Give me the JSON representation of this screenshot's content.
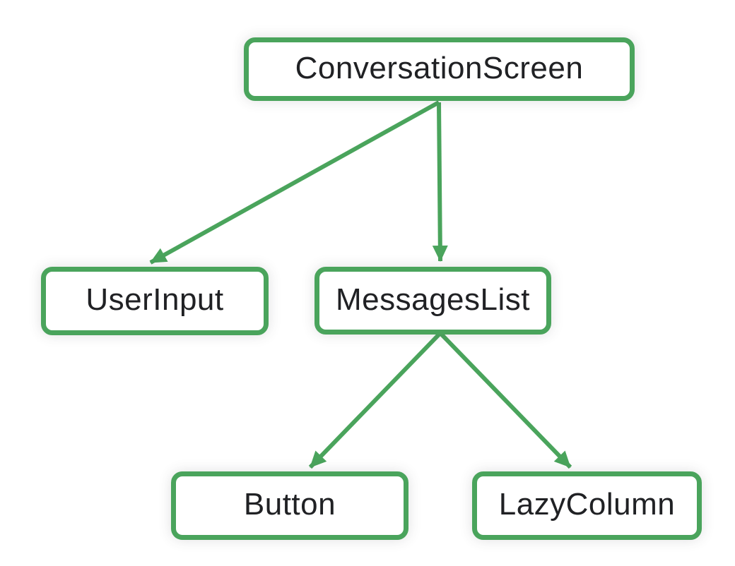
{
  "diagram": {
    "type": "tree",
    "description": "UI component hierarchy tree",
    "accent_color": "#4aa45c",
    "text_color": "#202124",
    "background_color": "#ffffff",
    "nodes": {
      "conversation_screen": {
        "label": "ConversationScreen"
      },
      "user_input": {
        "label": "UserInput"
      },
      "messages_list": {
        "label": "MessagesList"
      },
      "button": {
        "label": "Button"
      },
      "lazy_column": {
        "label": "LazyColumn"
      }
    },
    "edges": [
      {
        "from": "ConversationScreen",
        "to": "UserInput"
      },
      {
        "from": "ConversationScreen",
        "to": "MessagesList"
      },
      {
        "from": "MessagesList",
        "to": "Button"
      },
      {
        "from": "MessagesList",
        "to": "LazyColumn"
      }
    ]
  }
}
